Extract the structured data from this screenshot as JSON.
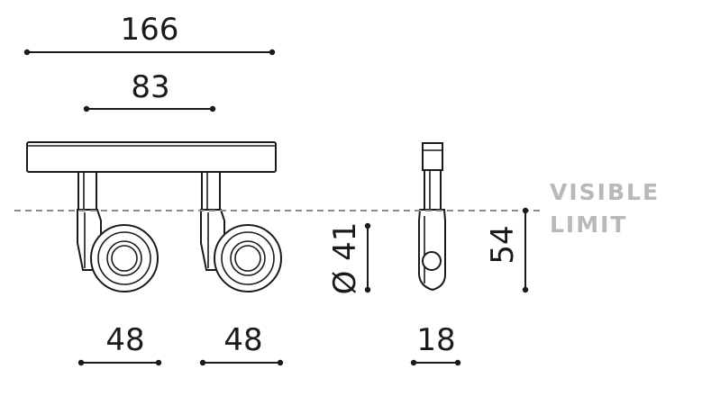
{
  "dimensions": {
    "total_width": "166",
    "spacing": "83",
    "head_width_left": "48",
    "head_width_right": "48",
    "side_depth": "18",
    "head_diameter": "Ø 41",
    "visible_height": "54"
  },
  "visible_limit": {
    "line1": "VISIBLE",
    "line2": "LIMIT"
  },
  "colors": {
    "ink": "#1a1a1a",
    "limit_text": "#b9b9b9",
    "limit_line": "#8a8a8a"
  }
}
